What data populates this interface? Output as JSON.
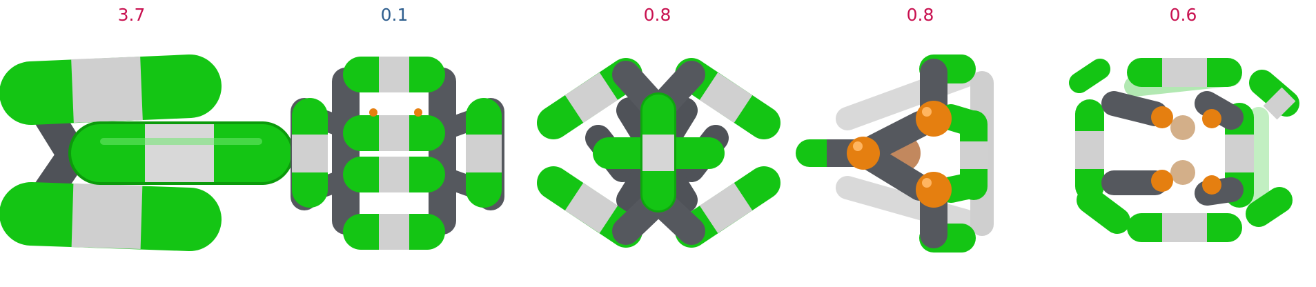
{
  "colors": {
    "carbon": "#14c514",
    "bond_white": "#d4d4d4",
    "bond_dark": "#55585e",
    "phosphorus": "#e57f10",
    "label_high": "#c8104f",
    "label_low": "#2e5e8e"
  },
  "panels": [
    {
      "label": "3.7",
      "label_color": "#c8104f",
      "molecule_icon": "cluster-molecule-icon"
    },
    {
      "label": "0.1",
      "label_color": "#2e5e8e",
      "molecule_icon": "cluster-molecule-icon"
    },
    {
      "label": "0.8",
      "label_color": "#c8104f",
      "molecule_icon": "cluster-molecule-icon"
    },
    {
      "label": "0.8",
      "label_color": "#c8104f",
      "molecule_icon": "cluster-molecule-icon"
    },
    {
      "label": "0.6",
      "label_color": "#c8104f",
      "molecule_icon": "cluster-molecule-icon"
    }
  ]
}
